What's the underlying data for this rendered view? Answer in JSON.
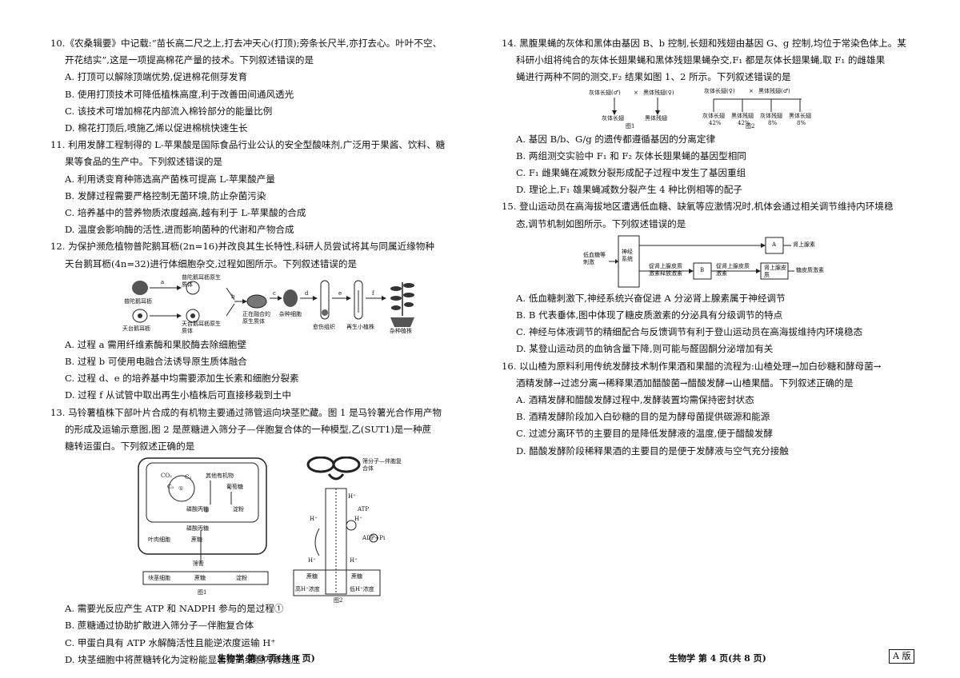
{
  "left": {
    "q10": {
      "stem": [
        "10.《农桑辑要》中记载:“苗长高二尺之上,打去冲天心(打顶);旁条长尺半,亦打去心。叶叶不空、",
        "开花结实”,这是一项提高棉花产量的技术。下列叙述错误的是"
      ],
      "options": [
        "A. 打顶可以解除顶端优势,促进棉花侧芽发育",
        "B. 使用打顶技术可降低植株高度,利于改善田间通风透光",
        "C. 该技术可增加棉花内部流入棉铃部分的能量比例",
        "D. 棉花打顶后,喷施乙烯以促进棉桃快速生长"
      ]
    },
    "q11": {
      "stem": [
        "11. 利用发酵工程制得的 L-苹果酸是国际食品行业公认的安全型酸味剂,广泛用于果酱、饮料、糖",
        "果等食品的生产中。下列叙述错误的是"
      ],
      "options": [
        "A. 利用诱变育种筛选高产菌株可提高 L-苹果酸产量",
        "B. 发酵过程需要严格控制无菌环境,防止杂菌污染",
        "C. 培养基中的营养物质浓度越高,越有利于 L-苹果酸的合成",
        "D. 温度会影响酶的活性,进而影响菌种的代谢和产物合成"
      ]
    },
    "q12": {
      "stem": [
        "12. 为保护濒危植物普陀鹅耳枥(2n=16)并改良其生长特性,科研人员尝试将其与同属近缘物种",
        "天台鹅耳枥(4n=32)进行体细胞杂交,过程如图所示。下列叙述错误的是"
      ],
      "figure_labels": [
        "普陀鹅耳枥",
        "普陀鹅耳枥原生质体",
        "天台鹅耳枥",
        "天台鹅耳枥原生质体",
        "正在融合的原生质体",
        "杂种细胞",
        "愈伤组织",
        "再生小植株",
        "杂种植株"
      ],
      "process_letters": [
        "a",
        "b",
        "c",
        "d",
        "e",
        "f"
      ],
      "options": [
        "A. 过程 a 需用纤维素酶和果胶酶去除细胞壁",
        "B. 过程 b 可使用电融合法诱导原生质体融合",
        "C. 过程 d、e 的培养基中均需要添加生长素和细胞分裂素",
        "D. 过程 f 从试管中取出再生小植株后可直接移栽到土中"
      ]
    },
    "q13": {
      "stem": [
        "13. 马铃薯植株下部叶片合成的有机物主要通过筛管运向块茎贮藏。图 1 是马铃薯光合作用产物",
        "的形成及运输示意图,图 2 是蔗糖进入筛分子—伴胞复合体的一种模型,乙(SUT1)是一种蔗",
        "糖转运蛋白。下列叙述正确的是"
      ],
      "fig1_labels": [
        "CO₂",
        "C₅",
        "C₃",
        "①",
        "②",
        "其他有机物",
        "葡萄糖",
        "淀粉",
        "磷酸丙糖",
        "磷酸丙糖",
        "蔗糖",
        "叶肉细胞",
        "筛管",
        "块茎细胞",
        "蔗糖",
        "淀粉"
      ],
      "fig1_caption": "图1",
      "fig2_labels": [
        "筛分子—伴胞复合体",
        "H⁺",
        "ATP",
        "H⁺",
        "H⁺",
        "ADP+Pi",
        "H⁺",
        "H⁺",
        "蔗糖",
        "蔗糖",
        "高H⁺浓度",
        "低H⁺浓度"
      ],
      "fig2_caption": "图2",
      "options": [
        "A. 需要光反应产生 ATP 和 NADPH 参与的是过程①",
        "B. 蔗糖通过协助扩散进入筛分子—伴胞复合体",
        "C. 甲蛋白具有 ATP 水解酶活性且能逆浓度运输 H⁺",
        "D. 块茎细胞中将蔗糖转化为淀粉能显著提高细胞内渗透压"
      ]
    },
    "footer": "生物学 第 3 页(共 8 页)"
  },
  "right": {
    "q14": {
      "stem": [
        "14. 黑腹果蝇的灰体和黑体由基因 B、b 控制,长翅和残翅由基因 G、g 控制,均位于常染色体上。某",
        "科研小组将纯合的灰体长翅果蝇和黑体残翅果蝇杂交,F₁ 都是灰体长翅果蝇,取 F₁ 的雌雄果",
        "蝇进行两种不同的测交,F₂ 结果如图 1、2 所示。下列叙述错误的是"
      ],
      "fig1": {
        "cross": [
          "灰体长翅(♂)",
          "×",
          "黑体残翅(♀)"
        ],
        "offspring": [
          "灰体长翅",
          "黑体残翅"
        ],
        "caption": "图1"
      },
      "fig2": {
        "cross": [
          "灰体长翅(♀)",
          "×",
          "黑体残翅(♂)"
        ],
        "offspring": [
          "灰体长翅",
          "黑体残翅",
          "灰体残翅",
          "黑体长翅"
        ],
        "percents": [
          "42%",
          "42%",
          "8%",
          "8%"
        ],
        "caption": "图2"
      },
      "options": [
        "A. 基因 B/b、G/g 的遗传都遵循基因的分离定律",
        "B. 两组测交实验中 F₁ 和 F₂ 灰体长翅果蝇的基因型相同",
        "C. F₁ 雌果蝇在减数分裂形成配子过程中发生了基因重组",
        "D. 理论上,F₁ 雄果蝇减数分裂产生 4 种比例相等的配子"
      ]
    },
    "q15": {
      "stem": [
        "15. 登山运动员在高海拔地区遭遇低血糖、缺氧等应激情况时,机体会通过相关调节维持内环境稳",
        "态,调节机制如图所示。下列叙述错误的是"
      ],
      "fig_labels": {
        "stimulus": "低血糖等刺激",
        "nerve": "神经系统",
        "a": "A",
        "hormone": "肾上腺素",
        "release": "促肾上腺皮质激素释放激素",
        "b": "B",
        "acth": "促肾上腺皮质激素",
        "cortex": "肾上腺皮质",
        "gluco": "糖皮质激素"
      },
      "options": [
        "A. 低血糖刺激下,神经系统兴奋促进 A 分泌肾上腺素属于神经调节",
        "B. B 代表垂体,图中体现了糖皮质激素的分泌具有分级调节的特点",
        "C. 神经与体液调节的精细配合与反馈调节有利于登山运动员在高海拔维持内环境稳态",
        "D. 某登山运动员的血钠含量下降,则可能与醛固酮分泌增加有关"
      ]
    },
    "q16": {
      "stem": [
        "16. 以山楂为原料利用传统发酵技术制作果酒和果醋的流程为:山楂处理→加白砂糖和酵母菌→",
        "酒精发酵→过滤分离→稀释果酒加醋酸菌→醋酸发酵→山楂果醋。下列叙述正确的是"
      ],
      "options": [
        "A. 酒精发酵和醋酸发酵过程中,发酵装置均需保持密封状态",
        "B. 酒精发酵阶段加入白砂糖的目的是为酵母菌提供碳源和能源",
        "C. 过滤分离环节的主要目的是降低发酵液的温度,便于醋酸发酵",
        "D. 醋酸发酵阶段稀释果酒的主要目的是便于发酵液与空气充分接触"
      ]
    },
    "footer": "生物学 第 4 页(共 8 页)",
    "badge": "A 版"
  }
}
